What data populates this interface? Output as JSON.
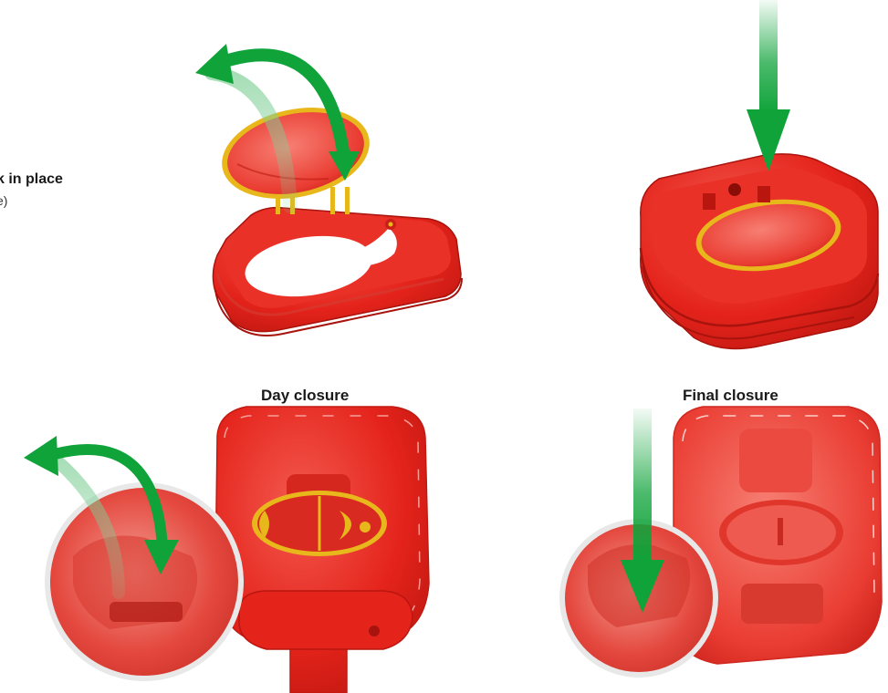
{
  "side_text": {
    "line1": "k in place",
    "line2": "e)"
  },
  "captions": {
    "day": "Day closure",
    "final": "Final closure"
  },
  "colors": {
    "lid_red": "#e4231b",
    "lid_dark": "#b9160f",
    "lid_light": "#f0574f",
    "ring_yellow": "#e8b71c",
    "arrow_green": "#0fa33a"
  }
}
